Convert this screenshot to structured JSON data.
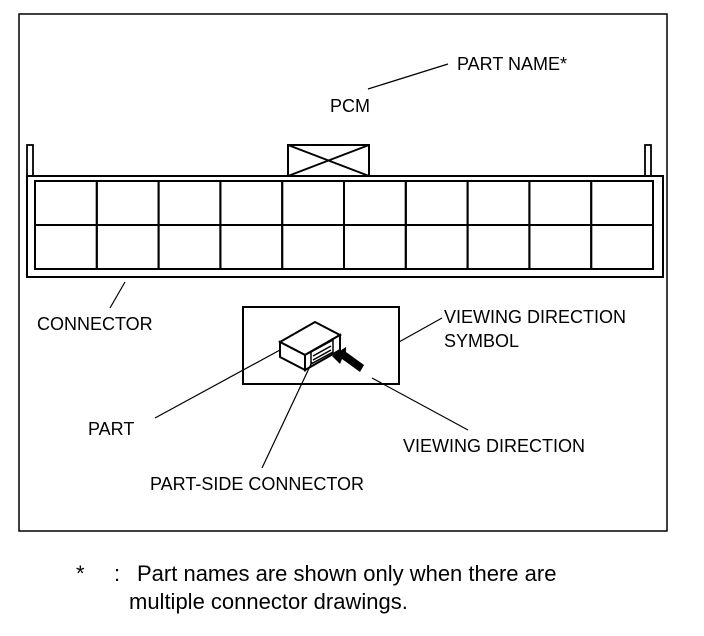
{
  "diagram": {
    "labels": {
      "part_name": "PART NAME*",
      "pcm": "PCM",
      "connector": "CONNECTOR",
      "viewing_direction_symbol_line1": "VIEWING DIRECTION",
      "viewing_direction_symbol_line2": "SYMBOL",
      "part": "PART",
      "viewing_direction": "VIEWING DIRECTION",
      "part_side_connector": "PART-SIDE CONNECTOR"
    },
    "connector_grid": {
      "rows": 2,
      "columns": 10
    }
  },
  "footnote": {
    "marker": "*",
    "separator": ":",
    "line1": "Part names are shown only when there are",
    "line2": "multiple connector drawings."
  }
}
